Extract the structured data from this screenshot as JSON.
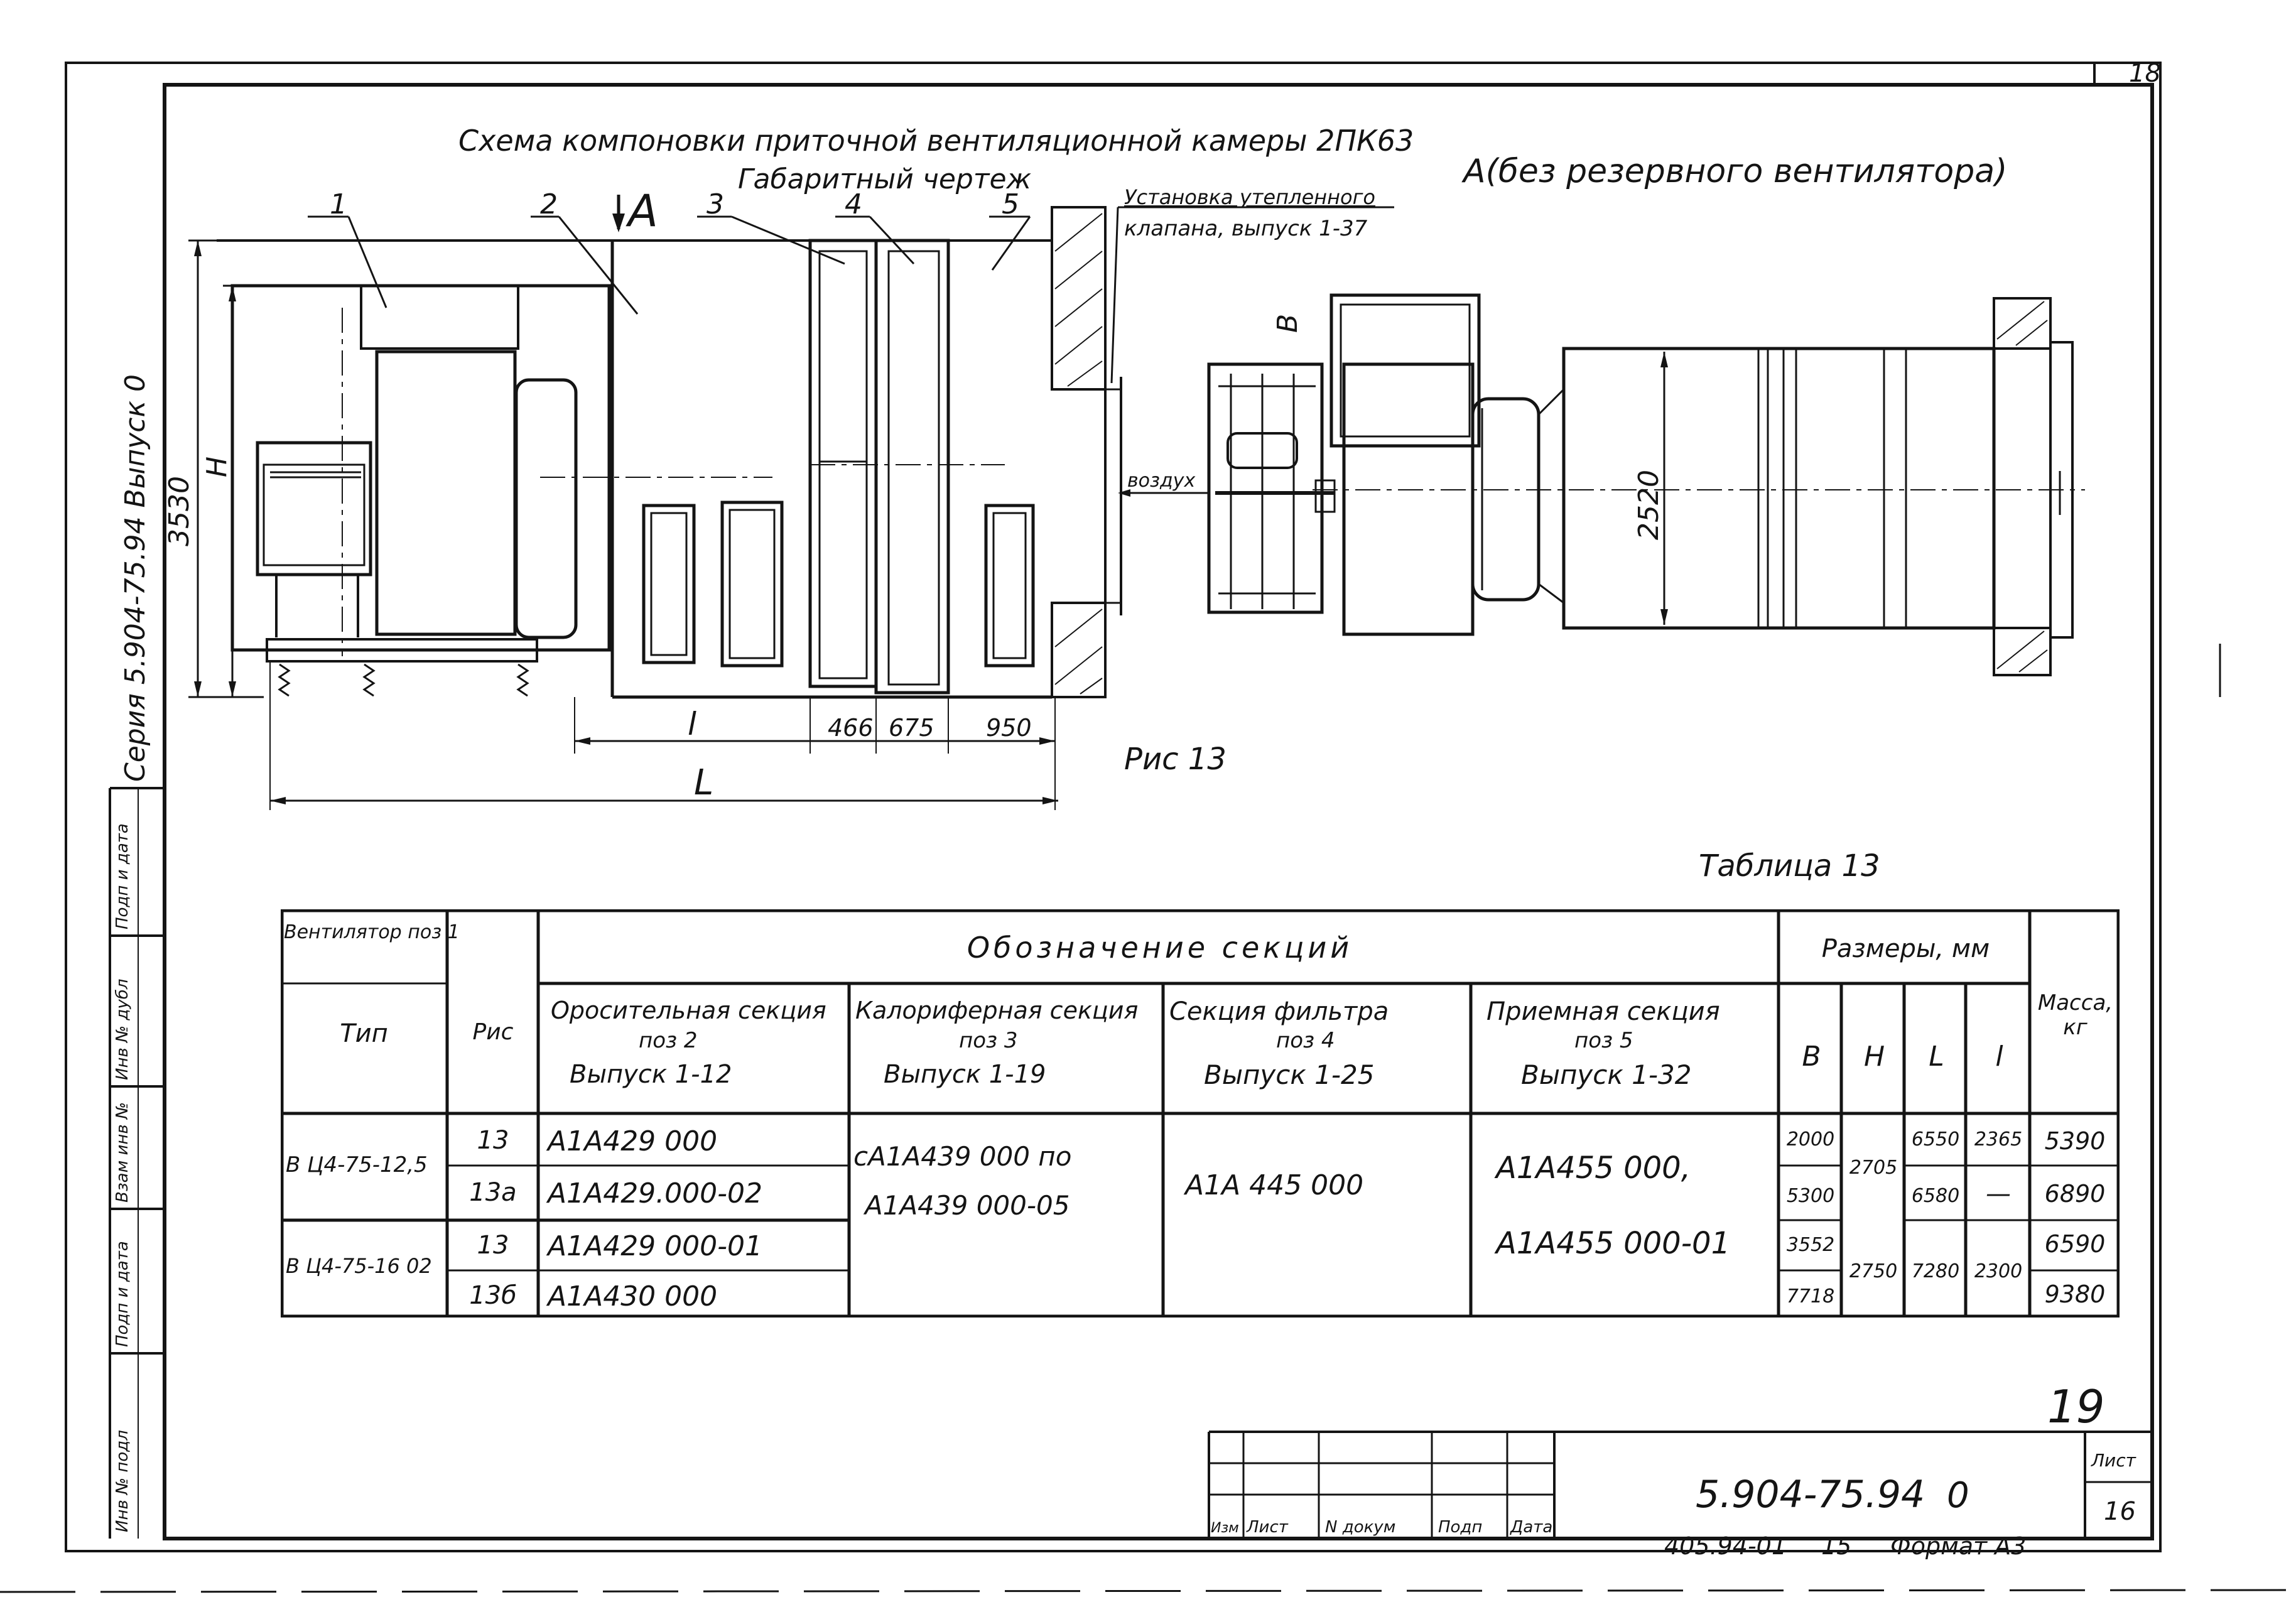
{
  "sheet_number_top": "18",
  "title_main": "Схема компоновки приточной вентиляционной камеры 2ПК63",
  "title_sub": "Габаритный чертеж",
  "view_a_marker": "А",
  "view_a_label": "А(без резервного вентилятора)",
  "valve_note_line1": "Установка утепленного",
  "valve_note_line2": "клапана, выпуск 1-37",
  "air_label": "воздух",
  "figure_caption": "Рис 13",
  "positions": [
    "1",
    "2",
    "3",
    "4",
    "5"
  ],
  "dimensions": {
    "height_total": "3530",
    "height_h": "H",
    "width_b": "B",
    "width_2520": "2520",
    "seg_l": "l",
    "seg_466": "466",
    "seg_675": "675",
    "seg_950": "950",
    "total_l": "L"
  },
  "side_stamp": {
    "series": "Серия 5.904-75.94 Выпуск 0",
    "labels": [
      "Подп и дата",
      "Инв № дубл",
      "Взам инв №",
      "Подп и дата",
      "Инв № подл"
    ]
  },
  "table": {
    "caption": "Таблица 13",
    "header_fan": "Вентилятор поз 1",
    "header_sections": "Обозначение секций",
    "header_sizes": "Размеры, мм",
    "header_mass": "Масса, кг",
    "col_type": "Тип",
    "col_fig": "Рис",
    "col_irrig": [
      "Оросительная секция",
      "поз 2",
      "Выпуск 1-12"
    ],
    "col_heater": [
      "Калориферная секция",
      "поз 3",
      "Выпуск 1-19"
    ],
    "col_filter": [
      "Секция фильтра",
      "поз 4",
      "Выпуск 1-25"
    ],
    "col_intake": [
      "Приемная секция",
      "поз 5",
      "Выпуск 1-32"
    ],
    "col_dims": [
      "B",
      "H",
      "L",
      "l"
    ],
    "fan_types": [
      "В Ц4-75-12,5",
      "В Ц4-75-16 02"
    ],
    "figs": [
      "13",
      "13а",
      "13",
      "13б"
    ],
    "irrig": [
      "А1А429 000",
      "А1А429.000-02",
      "А1А429 000-01",
      "А1А430 000"
    ],
    "heater": [
      "сА1А439 000 по",
      "А1А439 000-05"
    ],
    "filter": [
      "А1А 445 000"
    ],
    "intake": [
      "А1А455 000,",
      "А1А455 000-01"
    ],
    "B": [
      "2000",
      "5300",
      "3552",
      "7718"
    ],
    "H": [
      "2705",
      "2750"
    ],
    "L": [
      "6550",
      "6580",
      "7280"
    ],
    "l": [
      "2365",
      "—",
      "2300"
    ],
    "mass": [
      "5390",
      "6890",
      "6590",
      "9380"
    ]
  },
  "page_number_hand": "19",
  "title_block": {
    "cols": [
      "Изм",
      "Лист",
      "N докум",
      "Подп",
      "Дата"
    ],
    "doc_code": "5.904-75.94",
    "issue": "0",
    "sheet_label": "Лист",
    "sheet_no": "16",
    "bottom_note": "405.94-01",
    "bottom_num": "15",
    "format": "Формат А3"
  }
}
